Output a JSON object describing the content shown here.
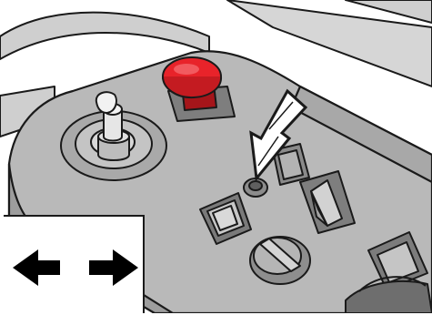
{
  "illustration": {
    "subject": "control-panel",
    "components": [
      "joystick",
      "emergency-stop-button",
      "indicator-light",
      "rocker-switch",
      "square-push-button",
      "rotary-selector-knob",
      "callout-arrow"
    ],
    "colors": {
      "panel_fill": "#b9b9b9",
      "panel_dark": "#8e8e8e",
      "outline": "#1a1a1a",
      "estop_red": "#e8232a",
      "estop_dark": "#a5151a",
      "background_structure": "#cfcfcf"
    }
  },
  "inset": {
    "icon": "left-right-arrows-icon",
    "color": "#000000"
  }
}
